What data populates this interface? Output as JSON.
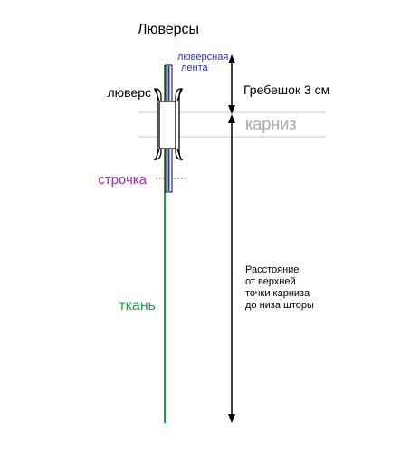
{
  "title": "Люверсы",
  "labels": {
    "tape": [
      "люверсная",
      "лента"
    ],
    "grommet": "люверс",
    "stitch": "строчка",
    "fabric": "ткань",
    "comb": "Гребешок 3 см",
    "cornice": "карниз",
    "distance": [
      "Расстояние",
      "от верхней",
      "точки карниза",
      "до низа шторы"
    ]
  },
  "colors": {
    "fabric": "#1aa34a",
    "tape": "#2336c8",
    "stitch": "#9b2fae",
    "cornice_line": "#c8c8c8",
    "cornice_text": "#a9a9a9",
    "ink": "#000000"
  }
}
